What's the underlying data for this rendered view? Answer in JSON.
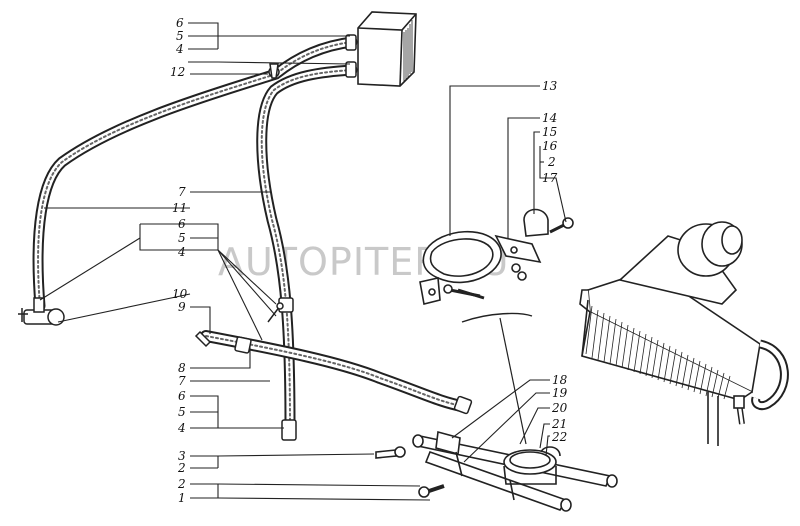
{
  "watermark": "AUTOPITER.RU",
  "callouts": {
    "left": [
      "6",
      "5",
      "4",
      "12",
      "7",
      "11",
      "6",
      "5",
      "4",
      "10",
      "9",
      "8",
      "7",
      "6",
      "5",
      "4",
      "3",
      "2",
      "2",
      "1"
    ],
    "right": [
      "13",
      "14",
      "15",
      "16",
      "2",
      "17",
      "18",
      "19",
      "20",
      "21",
      "22"
    ]
  }
}
